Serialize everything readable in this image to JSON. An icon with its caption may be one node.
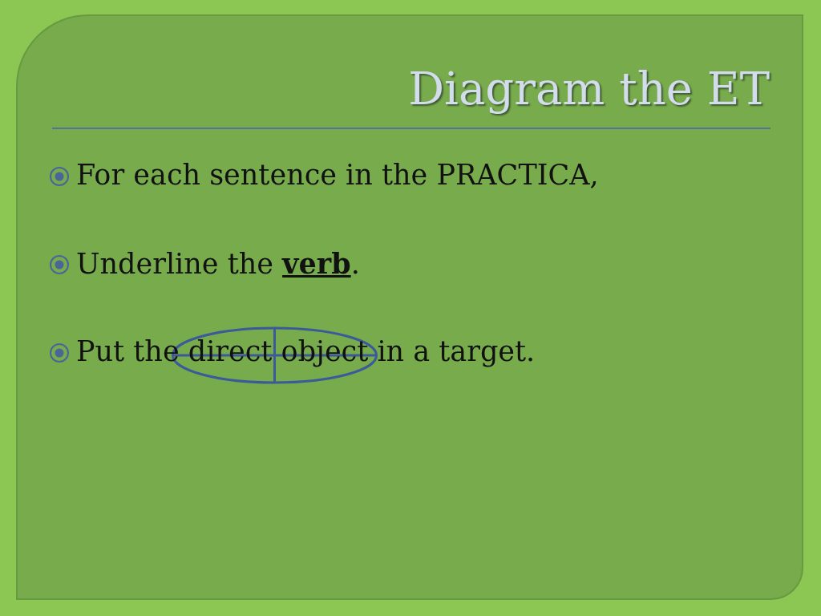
{
  "diagram": {
    "title": "Diagram the ET",
    "labels": [
      "For each sentence in the PRACTICA,",
      "Underline the **verb**.",
      "Put the direct object in a target."
    ]
  }
}
